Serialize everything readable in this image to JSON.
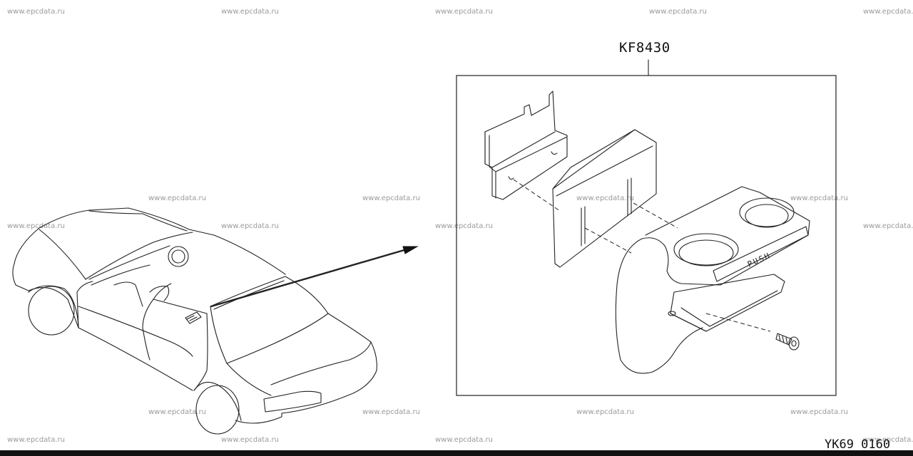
{
  "watermark_text": "www.epcdata.ru",
  "part_label": "KF8430",
  "diagram_code": "YK69 0160",
  "push_text": "PUSH"
}
